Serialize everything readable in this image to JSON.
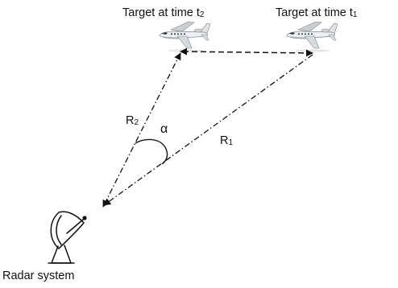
{
  "labels": {
    "target_t2_text": "Target at time t",
    "target_t2_sub": "2",
    "target_t1_text": "Target at time t",
    "target_t1_sub": "1",
    "r2_text": "R",
    "r2_sub": "2",
    "r1_text": "R",
    "r1_sub": "1",
    "alpha": "α",
    "radar": "Radar system"
  },
  "icons": {
    "target_t2": "airplane-icon",
    "target_t1": "airplane-icon",
    "radar": "radar-dish-icon"
  },
  "colors": {
    "line": "#111111",
    "aircraft_body": "#e9ecef",
    "aircraft_shade": "#9aa3ab",
    "aircraft_window": "#2e3a46"
  }
}
